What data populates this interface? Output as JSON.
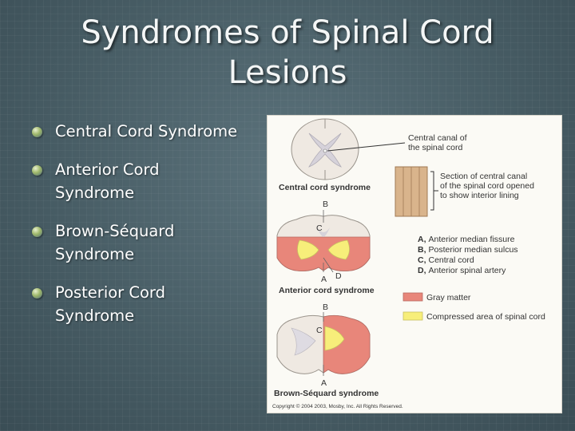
{
  "slide": {
    "title_line1": "Syndromes of Spinal Cord",
    "title_line2": "Lesions",
    "bullets": [
      {
        "line1": "Central Cord Syndrome",
        "line2": ""
      },
      {
        "line1": "Anterior Cord",
        "line2": "Syndrome"
      },
      {
        "line1": "Brown-Séquard",
        "line2": "Syndrome"
      },
      {
        "line1": "Posterior Cord",
        "line2": "Syndrome"
      }
    ]
  },
  "figure": {
    "central_canal_label_1": "Central canal of",
    "central_canal_label_2": "the spinal cord",
    "section_label_1": "Section of central canal",
    "section_label_2": "of the spinal cord opened",
    "section_label_3": "to show interior lining",
    "panel1_caption": "Central cord syndrome",
    "panel2_caption": "Anterior cord syndrome",
    "panel3_caption": "Brown-Séquard syndrome",
    "letter_A": "A",
    "letter_B": "B",
    "letter_C": "C",
    "letter_D": "D",
    "key": [
      {
        "letter": "A,",
        "text": "Anterior median fissure"
      },
      {
        "letter": "B,",
        "text": "Posterior median sulcus"
      },
      {
        "letter": "C,",
        "text": "Central cord"
      },
      {
        "letter": "D,",
        "text": "Anterior spinal artery"
      }
    ],
    "legend": [
      {
        "label": "Gray matter",
        "color": "#e8867a"
      },
      {
        "label": "Compressed area of spinal cord",
        "color": "#f7ee7a"
      }
    ],
    "copyright": "Copyright © 2004 2003, Mosby, Inc. All Rights Reserved."
  },
  "colors": {
    "background": "#4a5f68",
    "gray_matter": "#e8867a",
    "compressed": "#f7ee7a",
    "white_matter": "#efe9e2"
  }
}
